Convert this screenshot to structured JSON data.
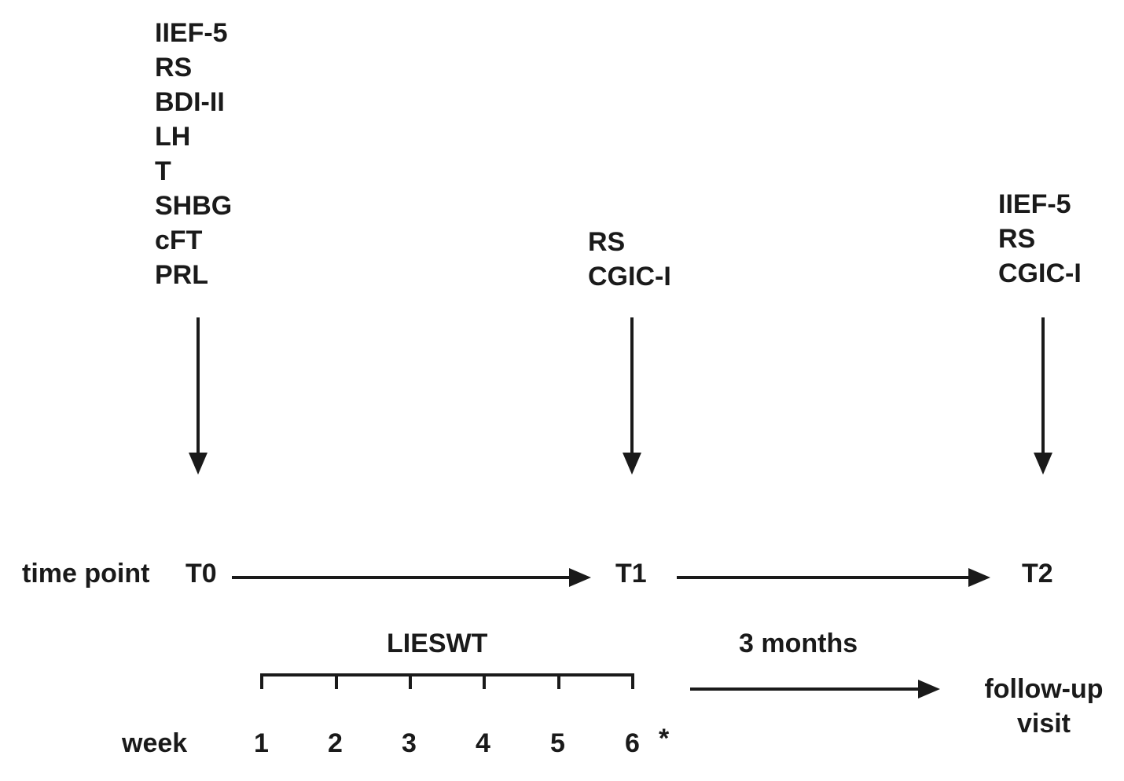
{
  "measures": {
    "T0": [
      "IIEF-5",
      "RS",
      "BDI-II",
      "LH",
      "T",
      "SHBG",
      "cFT",
      "PRL"
    ],
    "T1": [
      "RS",
      "CGIC-I"
    ],
    "T2": [
      "IIEF-5",
      "RS",
      "CGIC-I"
    ]
  },
  "timeline": {
    "label": "time point",
    "points": [
      "T0",
      "T1",
      "T2"
    ]
  },
  "treatment": {
    "label": "LIESWT",
    "interval_label": "3 months",
    "followup_label": "follow-up visit"
  },
  "weeks": {
    "label": "week",
    "values": [
      "1",
      "2",
      "3",
      "4",
      "5",
      "6"
    ],
    "footnote_mark": "*"
  },
  "colors": {
    "ink": "#1a1a1a",
    "background": "#ffffff"
  }
}
